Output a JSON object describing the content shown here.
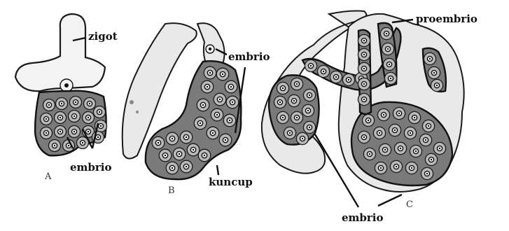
{
  "labels": {
    "zigot": "zigot",
    "proembrio": "proembrio",
    "embrio_b": "embrio",
    "embrio_a": "embrio",
    "kuncup": "kuncup",
    "embrio_c": "embrio"
  },
  "panels": {
    "a": "A",
    "b": "B",
    "c": "C"
  }
}
